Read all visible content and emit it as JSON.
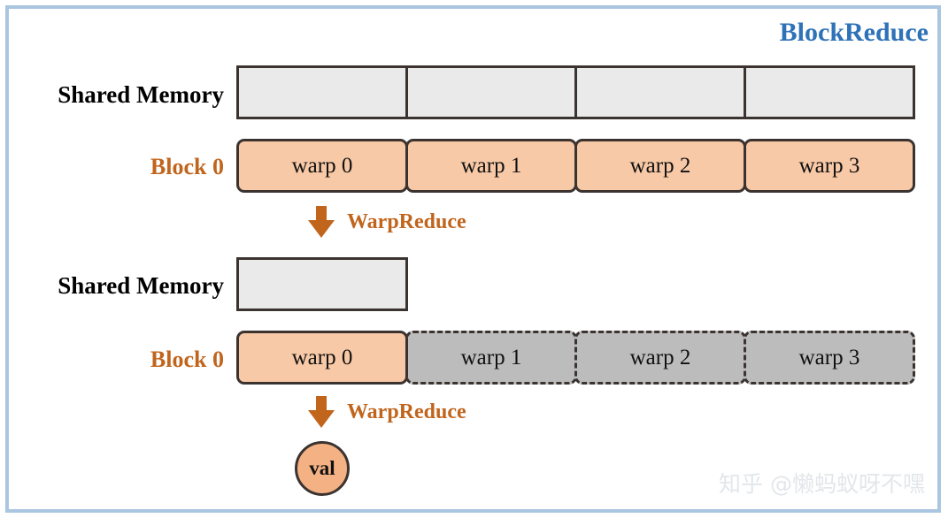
{
  "figure": {
    "title": "BlockReduce",
    "title_color": "#2e72b8",
    "frame_color": "#aac6e0",
    "watermark": "知乎 @懒蚂蚁呀不嘿"
  },
  "colors": {
    "shared_memory_fill": "#eaeaea",
    "warp_active_fill": "#f8c9a6",
    "warp_inactive_fill": "#bcbcbc",
    "box_border": "#3a3330",
    "accent_orange": "#c1651d",
    "val_fill": "#f4b183"
  },
  "stage1": {
    "shared_memory_label": "Shared Memory",
    "shared_memory_cells": [
      "",
      "",
      "",
      ""
    ],
    "block_label": "Block 0",
    "warps": [
      {
        "label": "warp 0",
        "active": true
      },
      {
        "label": "warp 1",
        "active": true
      },
      {
        "label": "warp 2",
        "active": true
      },
      {
        "label": "warp 3",
        "active": true
      }
    ],
    "arrow_label": "WarpReduce"
  },
  "stage2": {
    "shared_memory_label": "Shared Memory",
    "shared_memory_cells": [
      ""
    ],
    "block_label": "Block 0",
    "warps": [
      {
        "label": "warp 0",
        "active": true
      },
      {
        "label": "warp 1",
        "active": false
      },
      {
        "label": "warp 2",
        "active": false
      },
      {
        "label": "warp 3",
        "active": false
      }
    ],
    "arrow_label": "WarpReduce"
  },
  "result": {
    "label": "val"
  }
}
